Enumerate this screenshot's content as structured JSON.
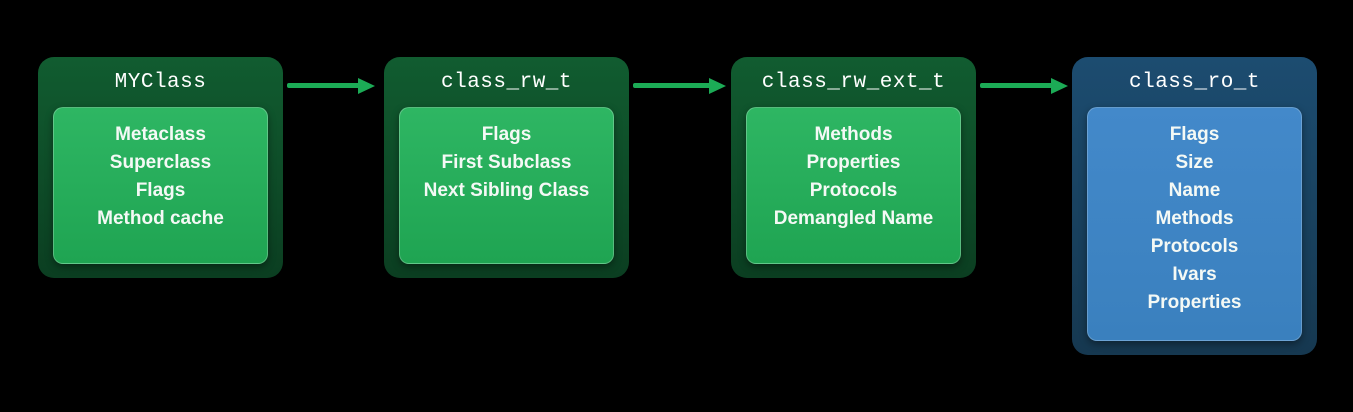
{
  "diagram": {
    "description": "Objective-C runtime class data structures chain",
    "boxes": [
      {
        "title": "MYClass",
        "theme": "green",
        "items": [
          "Metaclass",
          "Superclass",
          "Flags",
          "Method cache"
        ]
      },
      {
        "title": "class_rw_t",
        "theme": "green",
        "items": [
          "Flags",
          "First Subclass",
          "Next Sibling Class"
        ]
      },
      {
        "title": "class_rw_ext_t",
        "theme": "green",
        "items": [
          "Methods",
          "Properties",
          "Protocols",
          "Demangled Name"
        ]
      },
      {
        "title": "class_ro_t",
        "theme": "blue",
        "items": [
          "Flags",
          "Size",
          "Name",
          "Methods",
          "Protocols",
          "Ivars",
          "Properties"
        ]
      }
    ],
    "connections": [
      {
        "from": "MYClass",
        "to": "class_rw_t"
      },
      {
        "from": "class_rw_t",
        "to": "class_rw_ext_t"
      },
      {
        "from": "class_rw_ext_t",
        "to": "class_ro_t"
      }
    ],
    "colors": {
      "background": "#000000",
      "arrow": "#1cab56",
      "green_outer_top": "#115c30",
      "green_outer_bottom": "#0b3e21",
      "green_inner": "#22b25c",
      "blue_outer_top": "#1c4c70",
      "blue_outer_bottom": "#163850",
      "blue_inner": "#3d88c8",
      "text": "#ffffff"
    }
  }
}
